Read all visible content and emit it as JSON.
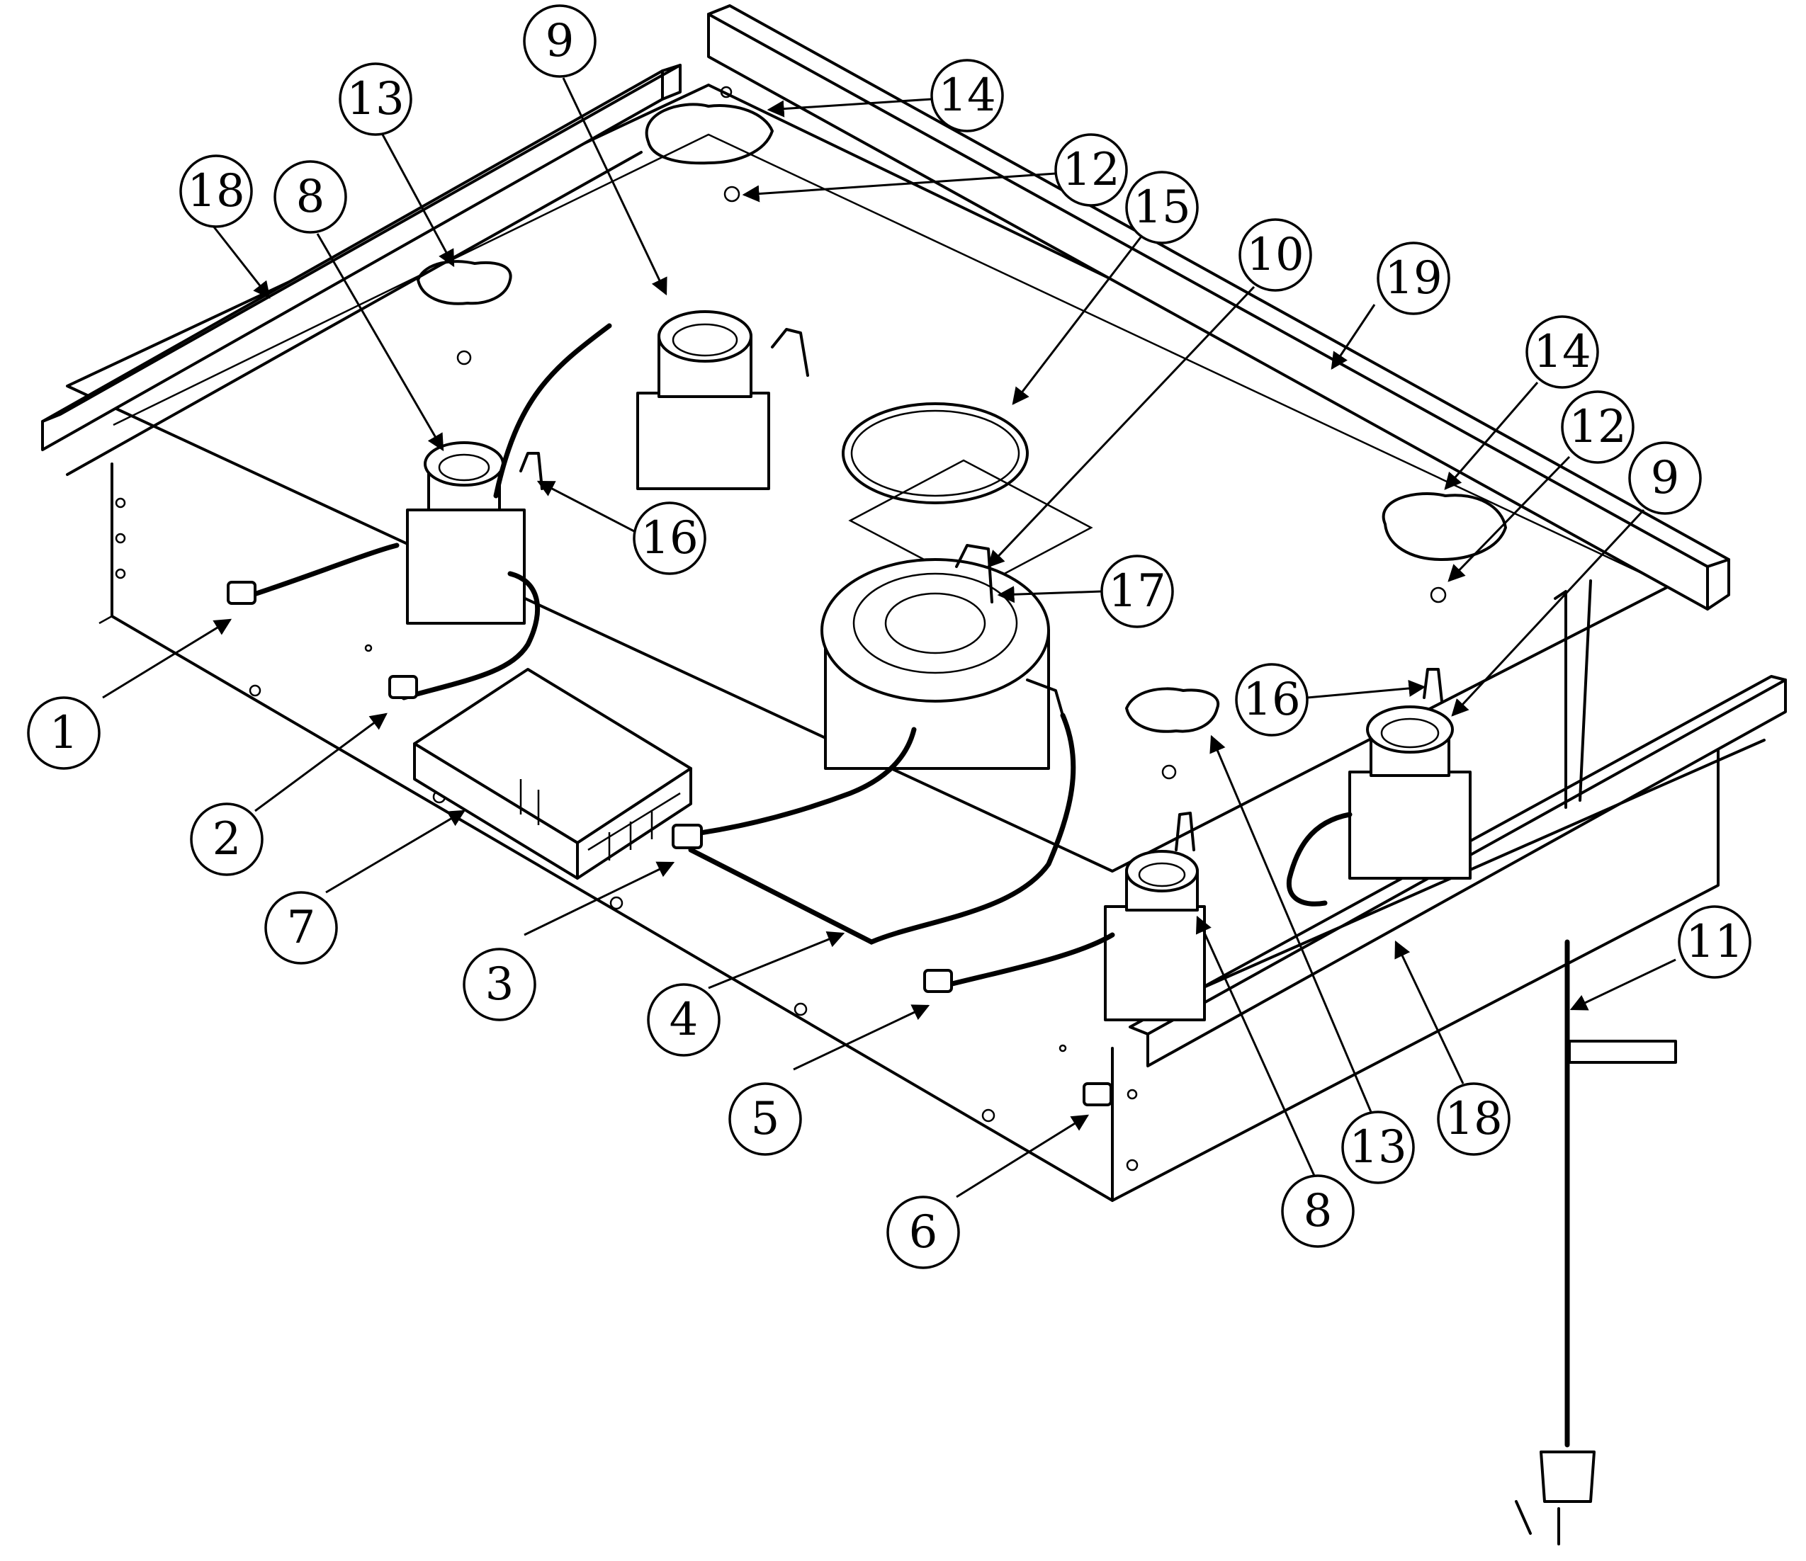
{
  "callouts": [
    {
      "id": "c1",
      "label": "1"
    },
    {
      "id": "c2",
      "label": "2"
    },
    {
      "id": "c3",
      "label": "3"
    },
    {
      "id": "c4",
      "label": "4"
    },
    {
      "id": "c5",
      "label": "5"
    },
    {
      "id": "c6",
      "label": "6"
    },
    {
      "id": "c7",
      "label": "7"
    },
    {
      "id": "c8a",
      "label": "8"
    },
    {
      "id": "c8b",
      "label": "8"
    },
    {
      "id": "c9a",
      "label": "9"
    },
    {
      "id": "c9b",
      "label": "9"
    },
    {
      "id": "c10",
      "label": "10"
    },
    {
      "id": "c11",
      "label": "11"
    },
    {
      "id": "c12a",
      "label": "12"
    },
    {
      "id": "c12b",
      "label": "12"
    },
    {
      "id": "c13a",
      "label": "13"
    },
    {
      "id": "c13b",
      "label": "13"
    },
    {
      "id": "c14a",
      "label": "14"
    },
    {
      "id": "c14b",
      "label": "14"
    },
    {
      "id": "c15",
      "label": "15"
    },
    {
      "id": "c16a",
      "label": "16"
    },
    {
      "id": "c16b",
      "label": "16"
    },
    {
      "id": "c17",
      "label": "17"
    },
    {
      "id": "c18a",
      "label": "18"
    },
    {
      "id": "c18b",
      "label": "18"
    },
    {
      "id": "c19",
      "label": "19"
    }
  ]
}
